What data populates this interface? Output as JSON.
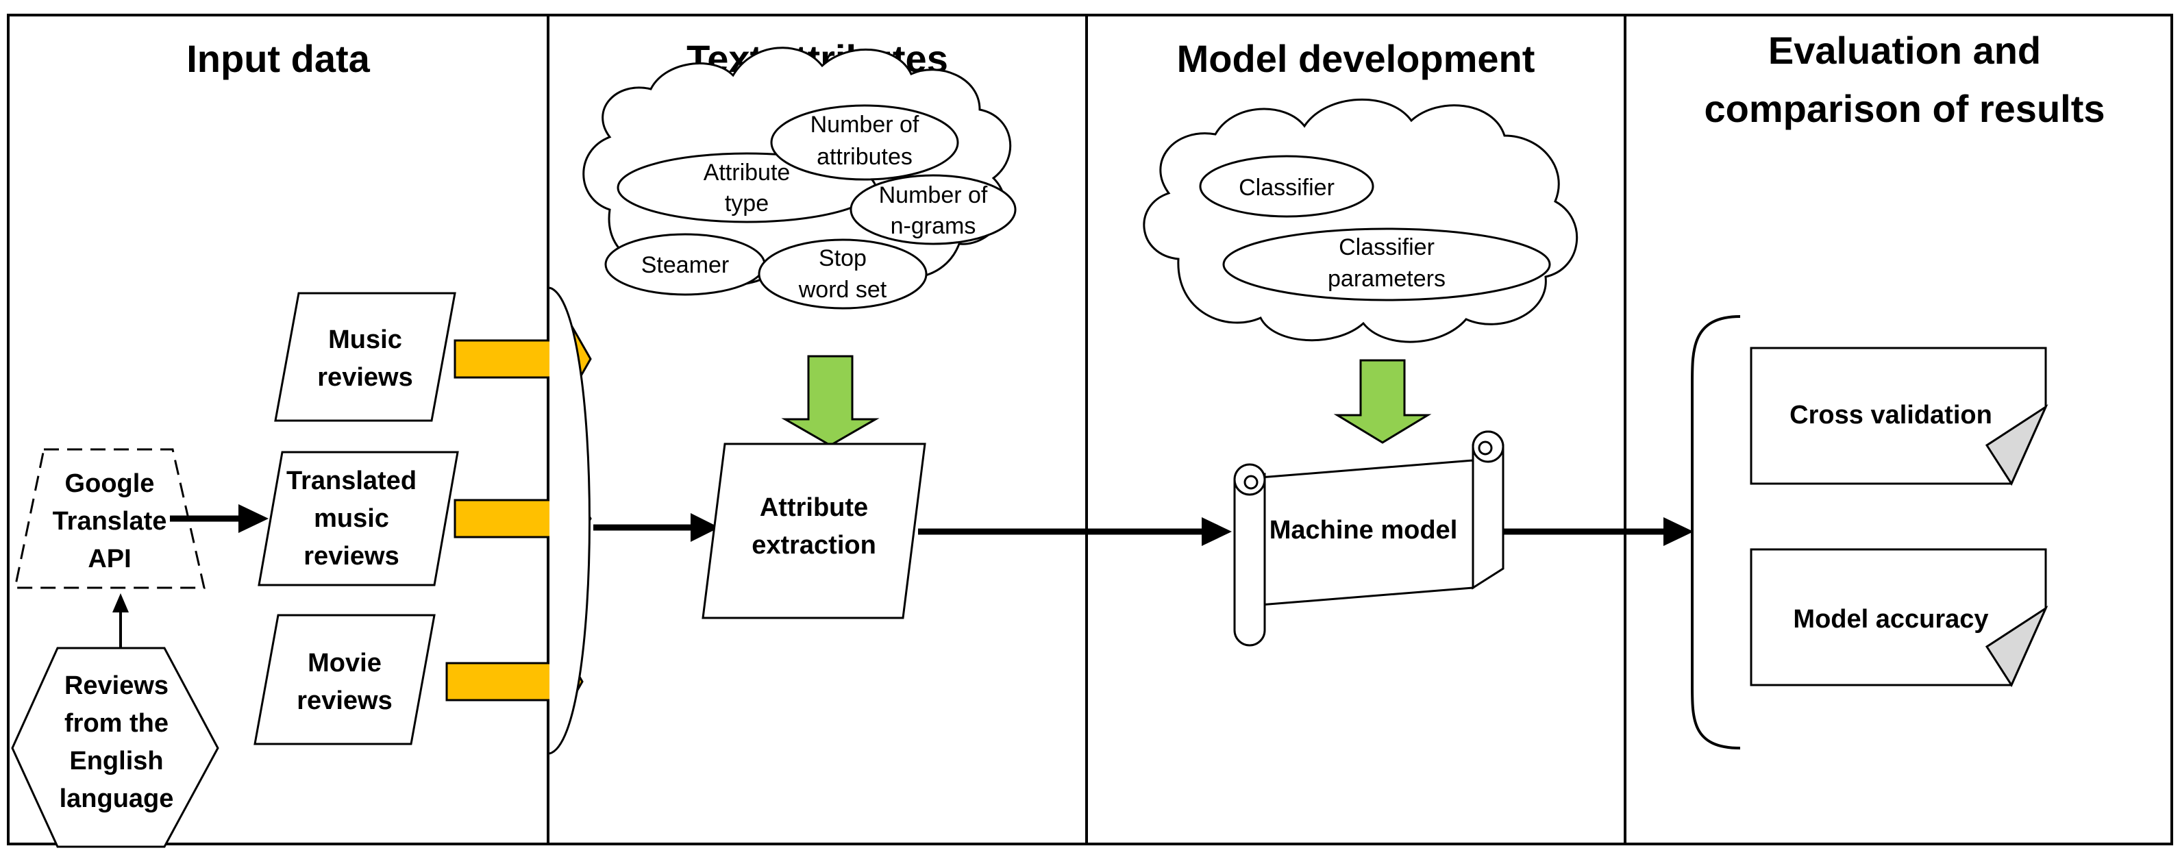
{
  "headers": {
    "input_data": "Input data",
    "text_attributes": "Text attributes",
    "model_development": "Model development",
    "evaluation_line1": "Evaluation and",
    "evaluation_line2": "comparison of results"
  },
  "input": {
    "music_reviews": [
      "Music",
      "reviews"
    ],
    "translated_music_reviews": [
      "Translated",
      "music",
      "reviews"
    ],
    "movie_reviews": [
      "Movie",
      "reviews"
    ],
    "google_translate": [
      "Google",
      "Translate",
      "API"
    ],
    "english_reviews": [
      "Reviews",
      "from the",
      "English",
      "language"
    ]
  },
  "text_attributes": {
    "attribute_type": [
      "Attribute",
      "type"
    ],
    "number_of_attributes": [
      "Number of",
      "attributes"
    ],
    "number_of_ngrams": [
      "Number of",
      "n-grams"
    ],
    "steamer": "Steamer",
    "stop_word_set": [
      "Stop",
      "word set"
    ],
    "attribute_extraction": [
      "Attribute",
      "extraction"
    ]
  },
  "model_development": {
    "classifier": "Classifier",
    "classifier_parameters": [
      "Classifier",
      "parameters"
    ],
    "machine_model": "Machine model"
  },
  "evaluation": {
    "cross_validation": "Cross validation",
    "model_accuracy": "Model accuracy"
  },
  "colors": {
    "orange_arrow": "#FFC000",
    "green_arrow": "#92D050",
    "note_fold": "#D9D9D9",
    "stroke": "#000000"
  }
}
